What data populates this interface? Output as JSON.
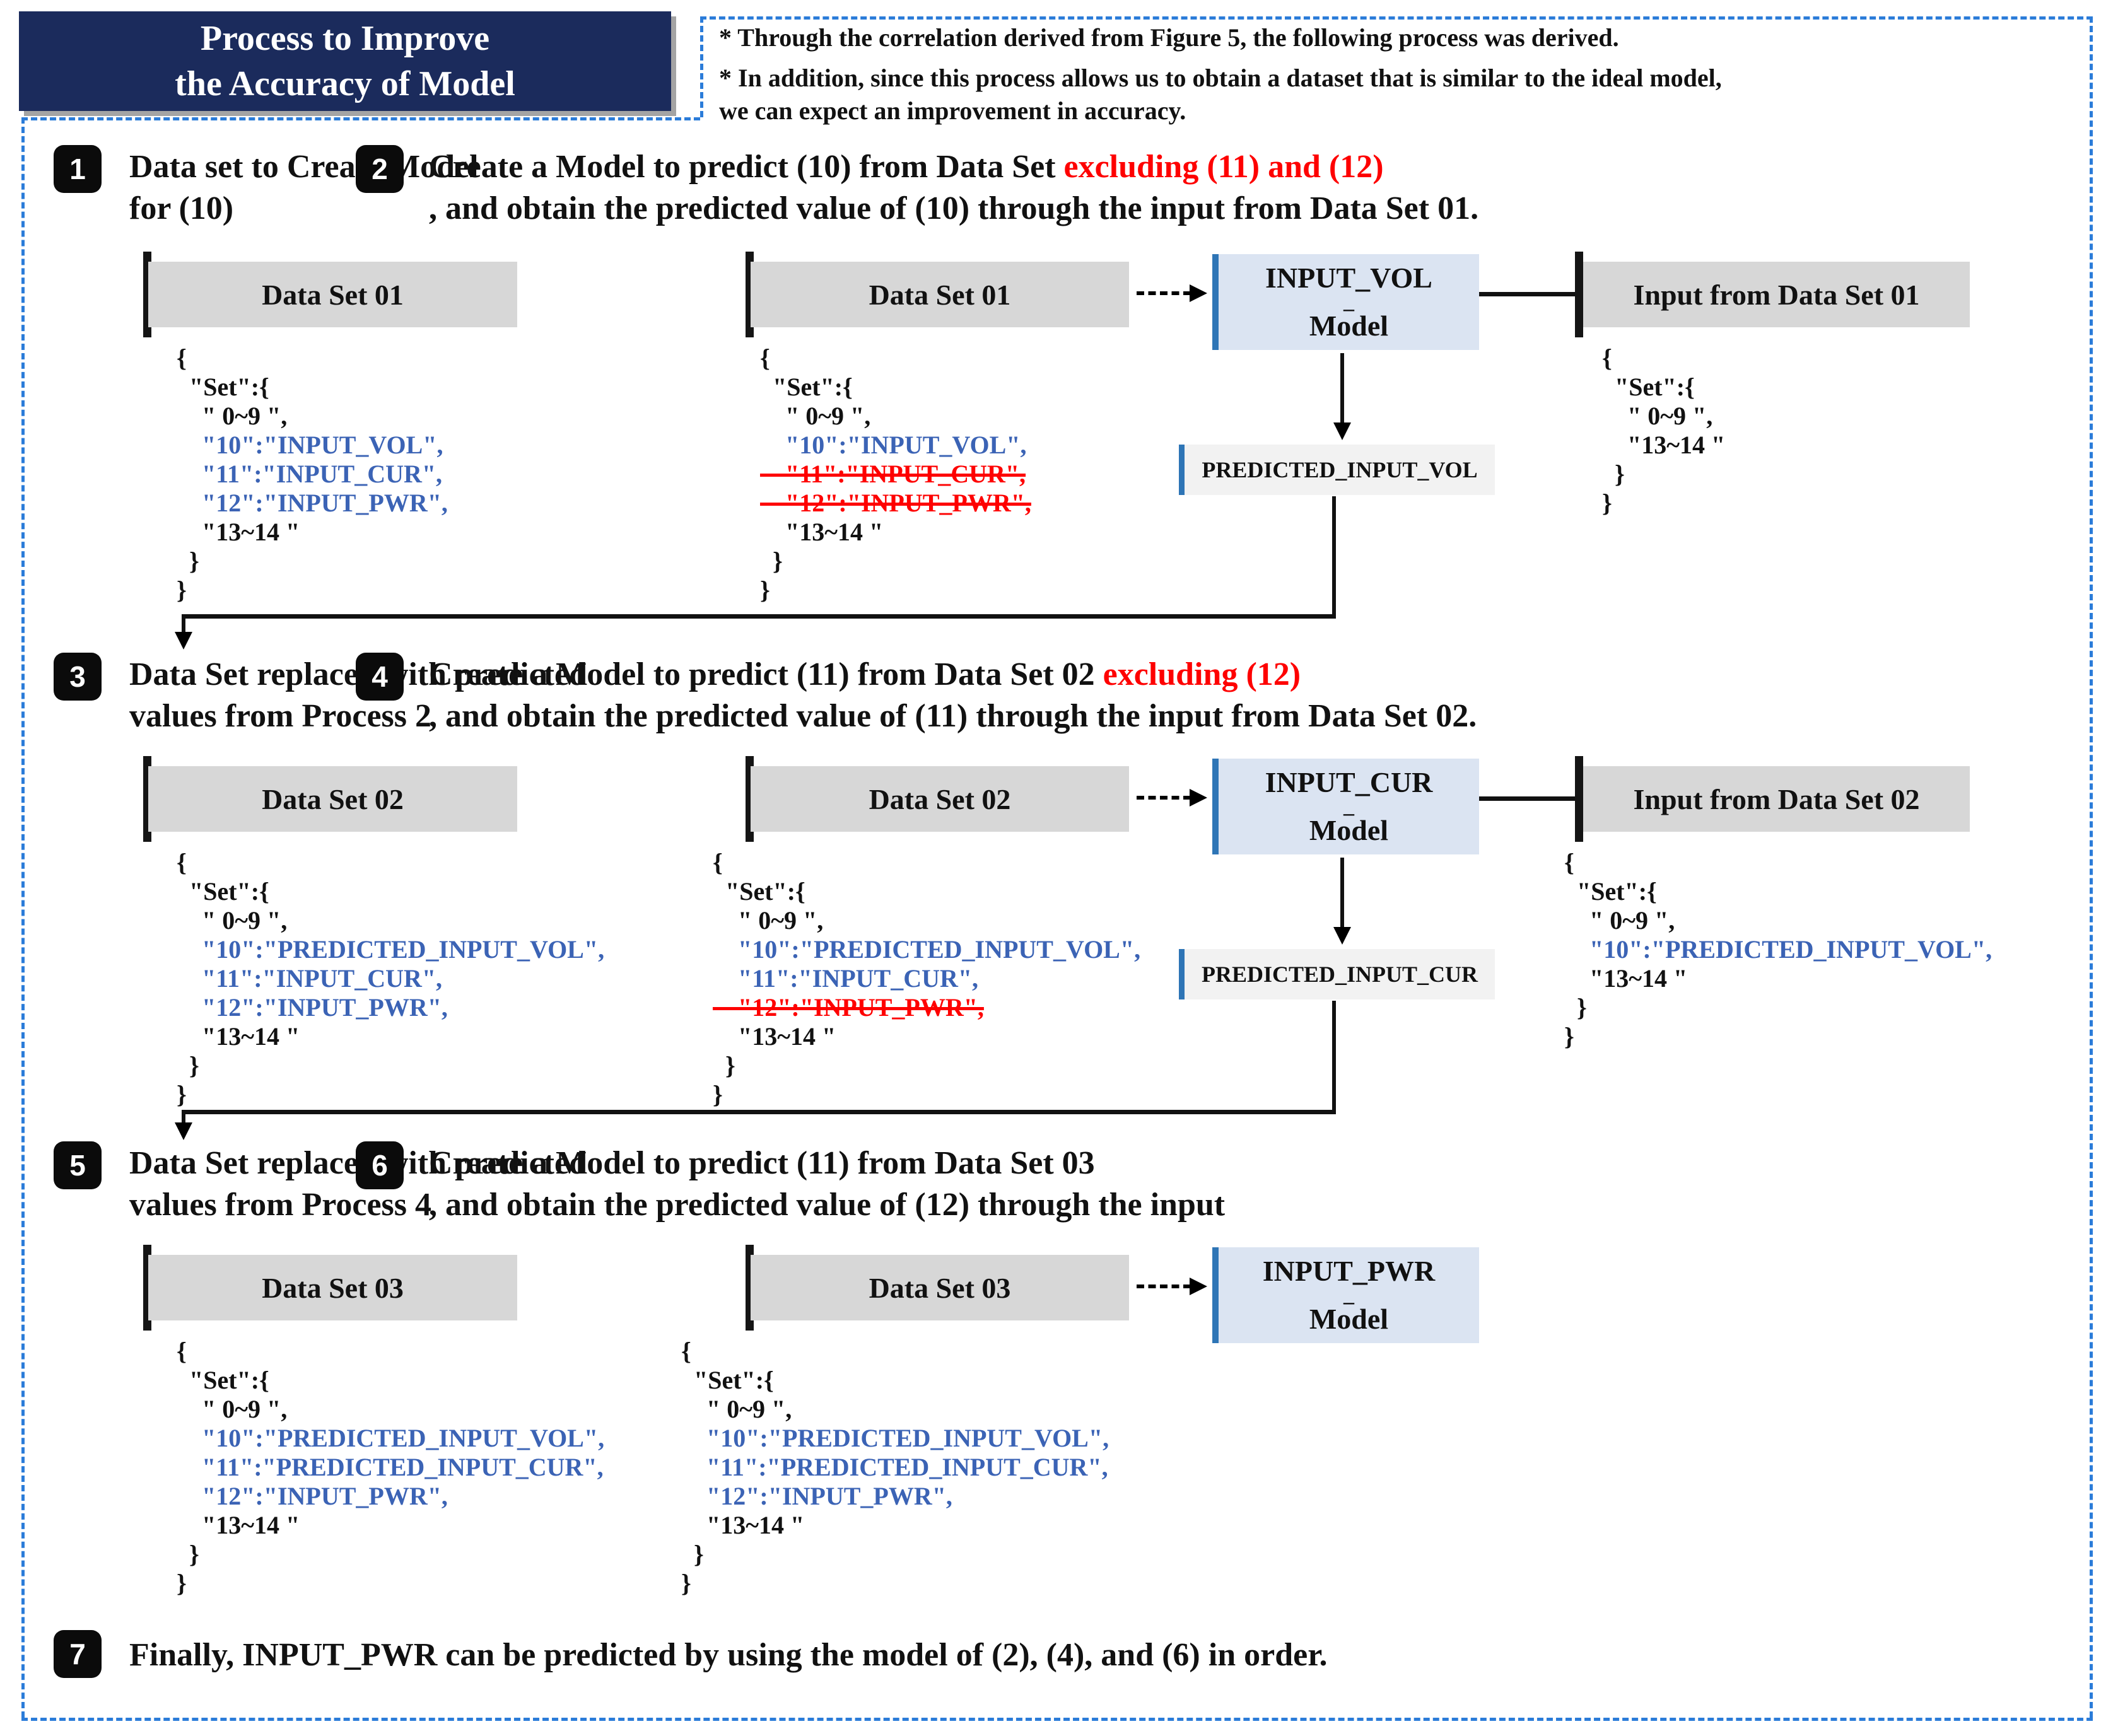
{
  "title_box": {
    "line1": "Process to Improve",
    "line2": "the Accuracy of Model"
  },
  "notes": {
    "line1": "* Through the correlation derived from Figure 5, the following process was derived.",
    "line2": "* In addition, since this process allows us to obtain a dataset that is similar to the ideal model,",
    "line3": "we can expect an improvement in accuracy."
  },
  "colors": {
    "accent_navy": "#1b2b5c",
    "dash_border_blue": "#2b7cd9",
    "model_fill": "#dbe4f2",
    "model_bar_blue": "#2e75b6",
    "gray_box": "#d7d7d7",
    "json_blue": "#3b63b5",
    "alert_red": "#fe0000"
  },
  "steps": {
    "s1": {
      "num": "1",
      "t1": "Data set to Create Model",
      "t2": "for (10)"
    },
    "s2": {
      "num": "2",
      "t1_black": "Create a Model to predict (10) from Data Set ",
      "t1_red": "excluding (11) and (12)",
      "t2": ", and obtain the predicted value of (10) through the input from Data Set 01."
    },
    "s3": {
      "num": "3",
      "t1": "Data Set replaced with predicted",
      "t2": "values from Process 2"
    },
    "s4": {
      "num": "4",
      "t1_black": "Create a Model to predict (11) from Data Set 02 ",
      "t1_red": "excluding (12)",
      "t2": ", and obtain the predicted value of (11) through the input from Data Set 02."
    },
    "s5": {
      "num": "5",
      "t1": "Data Set replaced with predicted",
      "t2": "values from Process 4"
    },
    "s6": {
      "num": "6",
      "t1_black": "Create a Model to predict (11) from Data Set 03",
      "t1_red": "",
      "t2": ", and obtain the predicted value of (12) through the input"
    },
    "s7": {
      "num": "7",
      "t1": "Finally, INPUT_PWR can be predicted by using the model of (2), (4), and (6) in order."
    }
  },
  "boxes": {
    "ds1_a": "Data Set 01",
    "ds1_b": "Data Set 01",
    "input1": "Input from Data Set 01",
    "model1_line1": "INPUT_VOL",
    "model1_sep": "_",
    "model1_line2": "Model",
    "pred1": "PREDICTED_INPUT_VOL",
    "ds2_a": "Data Set 02",
    "ds2_b": "Data Set 02",
    "input2": "Input from Data Set 02",
    "model2_line1": "INPUT_CUR",
    "model2_sep": "_",
    "model2_line2": "Model",
    "pred2": "PREDICTED_INPUT_CUR",
    "ds3_a": "Data Set 03",
    "ds3_b": "Data Set 03",
    "model3_line1": "INPUT_PWR",
    "model3_sep": "_",
    "model3_line2": "Model"
  },
  "json_blocks": {
    "step1": [
      {
        "t": "{",
        "c": "k"
      },
      {
        "t": "  \"Set\":{",
        "c": "k"
      },
      {
        "t": "    \" 0~9 \",",
        "c": "k"
      },
      {
        "t": "    \"10\":\"INPUT_VOL\",",
        "c": "b"
      },
      {
        "t": "    \"11\":\"INPUT_CUR\",",
        "c": "b"
      },
      {
        "t": "    \"12\":\"INPUT_PWR\",",
        "c": "b"
      },
      {
        "t": "    \"13~14 \"",
        "c": "k"
      },
      {
        "t": "  }",
        "c": "k"
      },
      {
        "t": "}",
        "c": "k"
      }
    ],
    "step2_left": [
      {
        "t": "{",
        "c": "k"
      },
      {
        "t": "  \"Set\":{",
        "c": "k"
      },
      {
        "t": "    \" 0~9 \",",
        "c": "k"
      },
      {
        "t": "    \"10\":\"INPUT_VOL\",",
        "c": "b"
      },
      {
        "t": "    \"11\":\"INPUT_CUR\",",
        "c": "r"
      },
      {
        "t": "    \"12\":\"INPUT_PWR\",",
        "c": "r"
      },
      {
        "t": "    \"13~14 \"",
        "c": "k"
      },
      {
        "t": "  }",
        "c": "k"
      },
      {
        "t": "}",
        "c": "k"
      }
    ],
    "step2_right": [
      {
        "t": "{",
        "c": "k"
      },
      {
        "t": "  \"Set\":{",
        "c": "k"
      },
      {
        "t": "    \" 0~9 \",",
        "c": "k"
      },
      {
        "t": "    \"13~14 \"",
        "c": "k"
      },
      {
        "t": "  }",
        "c": "k"
      },
      {
        "t": "}",
        "c": "k"
      }
    ],
    "step3": [
      {
        "t": "{",
        "c": "k"
      },
      {
        "t": "  \"Set\":{",
        "c": "k"
      },
      {
        "t": "    \" 0~9 \",",
        "c": "k"
      },
      {
        "t": "    \"10\":\"PREDICTED_INPUT_VOL\",",
        "c": "b"
      },
      {
        "t": "    \"11\":\"INPUT_CUR\",",
        "c": "b"
      },
      {
        "t": "    \"12\":\"INPUT_PWR\",",
        "c": "b"
      },
      {
        "t": "    \"13~14 \"",
        "c": "k"
      },
      {
        "t": "  }",
        "c": "k"
      },
      {
        "t": "}",
        "c": "k"
      }
    ],
    "step4_left": [
      {
        "t": "{",
        "c": "k"
      },
      {
        "t": "  \"Set\":{",
        "c": "k"
      },
      {
        "t": "    \" 0~9 \",",
        "c": "k"
      },
      {
        "t": "    \"10\":\"PREDICTED_INPUT_VOL\",",
        "c": "b"
      },
      {
        "t": "    \"11\":\"INPUT_CUR\",",
        "c": "b"
      },
      {
        "t": "    \"12\":\"INPUT_PWR\",",
        "c": "r"
      },
      {
        "t": "    \"13~14 \"",
        "c": "k"
      },
      {
        "t": "  }",
        "c": "k"
      },
      {
        "t": "}",
        "c": "k"
      }
    ],
    "step4_right": [
      {
        "t": "{",
        "c": "k"
      },
      {
        "t": "  \"Set\":{",
        "c": "k"
      },
      {
        "t": "    \" 0~9 \",",
        "c": "k"
      },
      {
        "t": "    \"10\":\"PREDICTED_INPUT_VOL\",",
        "c": "b"
      },
      {
        "t": "    \"13~14 \"",
        "c": "k"
      },
      {
        "t": "  }",
        "c": "k"
      },
      {
        "t": "}",
        "c": "k"
      }
    ],
    "step5": [
      {
        "t": "{",
        "c": "k"
      },
      {
        "t": "  \"Set\":{",
        "c": "k"
      },
      {
        "t": "    \" 0~9 \",",
        "c": "k"
      },
      {
        "t": "    \"10\":\"PREDICTED_INPUT_VOL\",",
        "c": "b"
      },
      {
        "t": "    \"11\":\"PREDICTED_INPUT_CUR\",",
        "c": "b"
      },
      {
        "t": "    \"12\":\"INPUT_PWR\",",
        "c": "b"
      },
      {
        "t": "    \"13~14 \"",
        "c": "k"
      },
      {
        "t": "  }",
        "c": "k"
      },
      {
        "t": "}",
        "c": "k"
      }
    ],
    "step6": [
      {
        "t": "{",
        "c": "k"
      },
      {
        "t": "  \"Set\":{",
        "c": "k"
      },
      {
        "t": "    \" 0~9 \",",
        "c": "k"
      },
      {
        "t": "    \"10\":\"PREDICTED_INPUT_VOL\",",
        "c": "b"
      },
      {
        "t": "    \"11\":\"PREDICTED_INPUT_CUR\",",
        "c": "b"
      },
      {
        "t": "    \"12\":\"INPUT_PWR\",",
        "c": "b"
      },
      {
        "t": "    \"13~14 \"",
        "c": "k"
      },
      {
        "t": "  }",
        "c": "k"
      },
      {
        "t": "}",
        "c": "k"
      }
    ]
  }
}
